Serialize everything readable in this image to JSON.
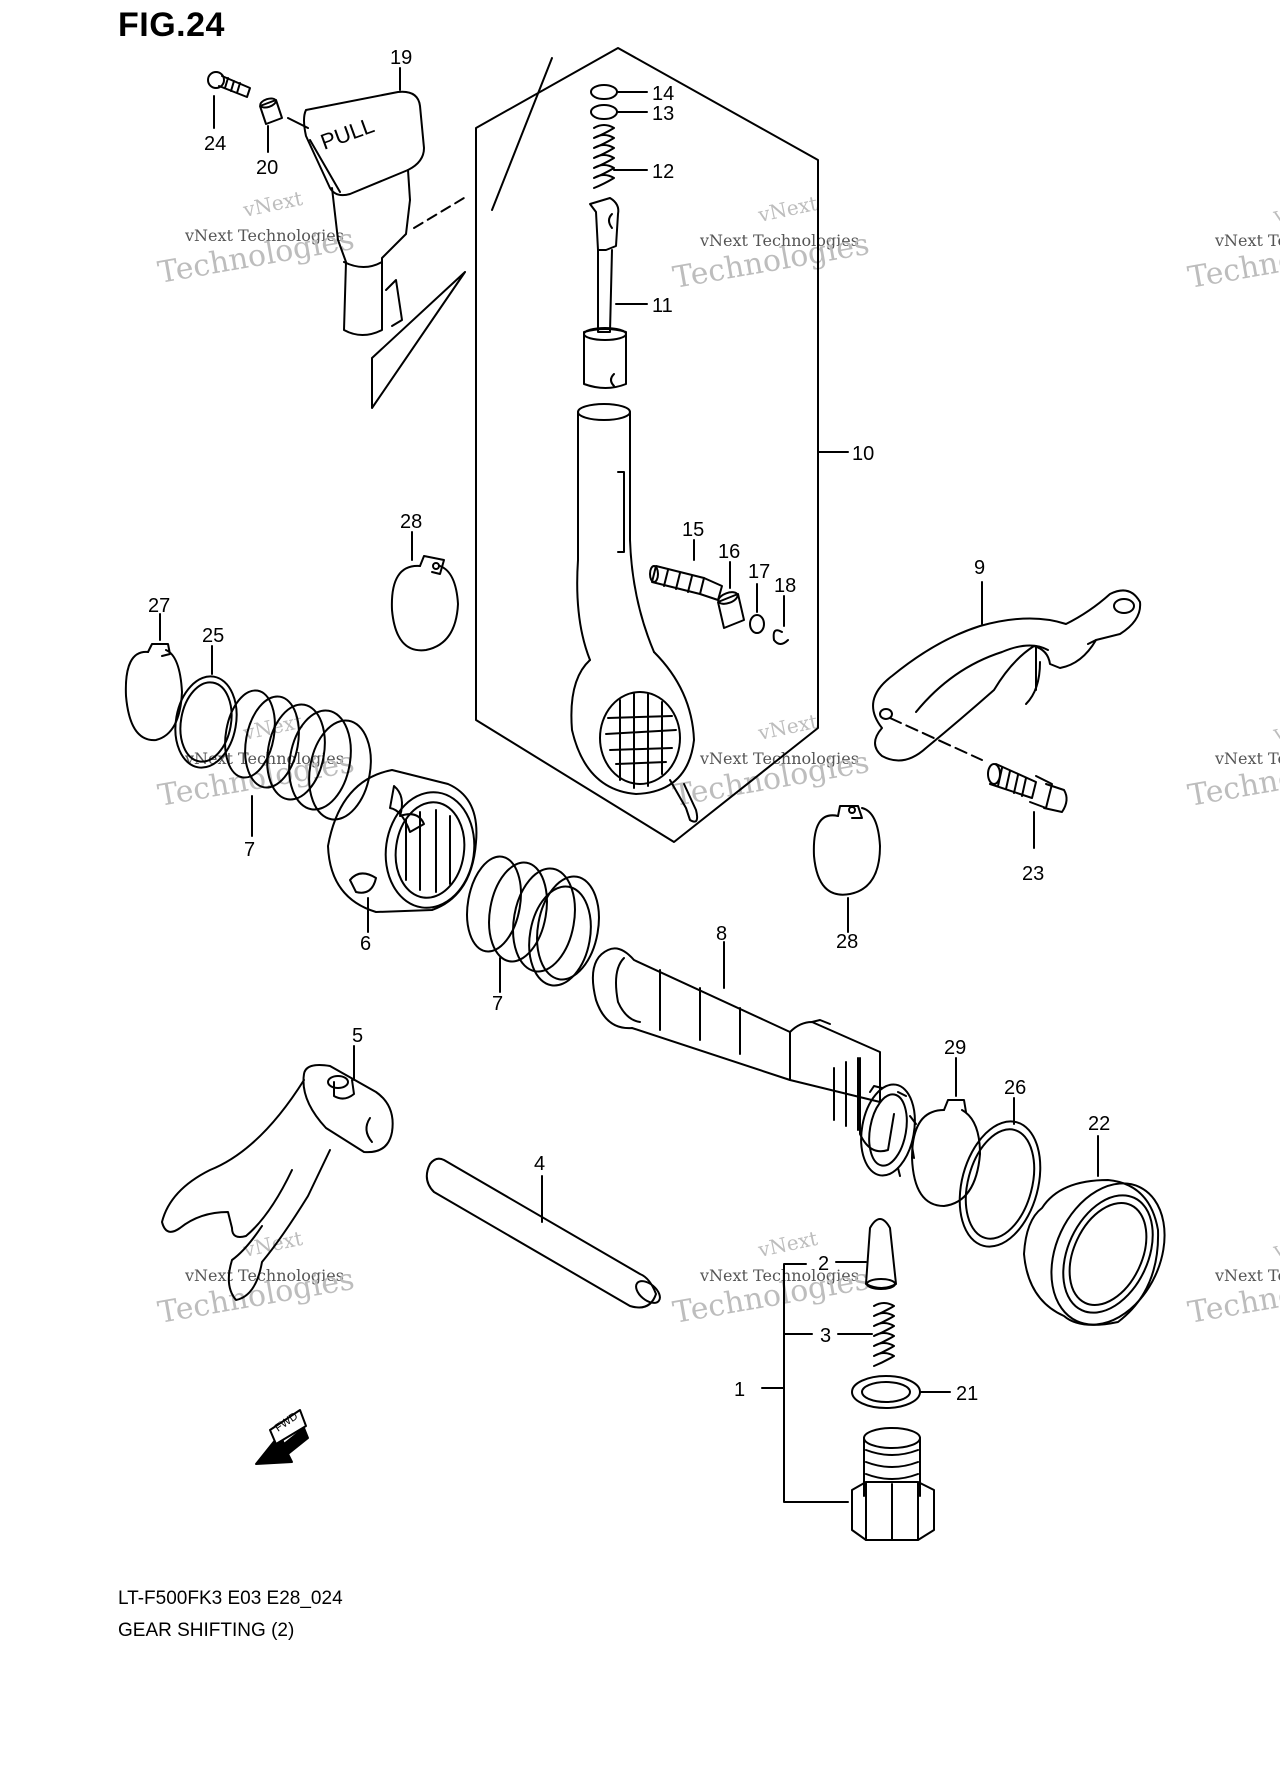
{
  "figure": {
    "title": "FIG.24",
    "model_code": "LT-F500FK3 E03 E28_024",
    "section_name": "GEAR SHIFTING (2)"
  },
  "knob_text": "PULL",
  "fwd_text": "FWD",
  "watermark": {
    "line1": "vNext",
    "line2": "vNext Technologies",
    "line3": "Technologies"
  },
  "callouts": [
    {
      "id": "c1",
      "label": "1"
    },
    {
      "id": "c2",
      "label": "2"
    },
    {
      "id": "c3",
      "label": "3"
    },
    {
      "id": "c4",
      "label": "4"
    },
    {
      "id": "c5",
      "label": "5"
    },
    {
      "id": "c6",
      "label": "6"
    },
    {
      "id": "c7a",
      "label": "7"
    },
    {
      "id": "c7b",
      "label": "7"
    },
    {
      "id": "c8",
      "label": "8"
    },
    {
      "id": "c9",
      "label": "9"
    },
    {
      "id": "c10",
      "label": "10"
    },
    {
      "id": "c11",
      "label": "11"
    },
    {
      "id": "c12",
      "label": "12"
    },
    {
      "id": "c13",
      "label": "13"
    },
    {
      "id": "c14",
      "label": "14"
    },
    {
      "id": "c15",
      "label": "15"
    },
    {
      "id": "c16",
      "label": "16"
    },
    {
      "id": "c17",
      "label": "17"
    },
    {
      "id": "c18",
      "label": "18"
    },
    {
      "id": "c19",
      "label": "19"
    },
    {
      "id": "c20",
      "label": "20"
    },
    {
      "id": "c21",
      "label": "21"
    },
    {
      "id": "c22",
      "label": "22"
    },
    {
      "id": "c23",
      "label": "23"
    },
    {
      "id": "c24",
      "label": "24"
    },
    {
      "id": "c25",
      "label": "25"
    },
    {
      "id": "c26",
      "label": "26"
    },
    {
      "id": "c27",
      "label": "27"
    },
    {
      "id": "c28a",
      "label": "28"
    },
    {
      "id": "c28b",
      "label": "28"
    },
    {
      "id": "c29",
      "label": "29"
    }
  ],
  "colors": {
    "line": "#000000",
    "background": "#ffffff",
    "watermark": "#b8b8b8"
  }
}
